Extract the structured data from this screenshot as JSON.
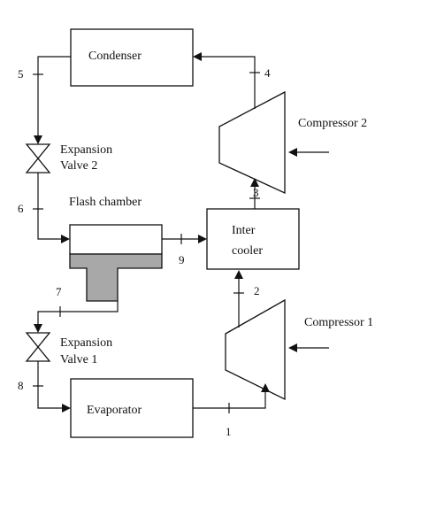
{
  "components": {
    "condenser": "Condenser",
    "compressor_2": "Compressor 2",
    "compressor_1": "Compressor 1",
    "expansion_valve_2": [
      "Expansion",
      "Valve 2"
    ],
    "expansion_valve_1": [
      "Expansion",
      "Valve 1"
    ],
    "flash_chamber": "Flash chamber",
    "intercooler": [
      "Inter",
      "cooler"
    ],
    "evaporator": "Evaporator"
  },
  "state_points": {
    "p1": "1",
    "p2": "2",
    "p3": "3",
    "p4": "4",
    "p5": "5",
    "p6": "6",
    "p7": "7",
    "p8": "8",
    "p9": "9"
  },
  "colors": {
    "line": "#111111",
    "liquid_fill": "#a8a8a8"
  }
}
